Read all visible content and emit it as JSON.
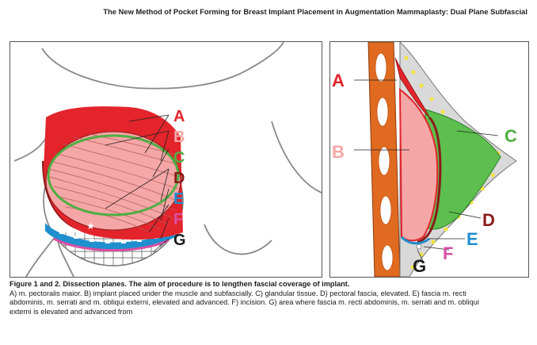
{
  "header": {
    "title": "The New Method of Pocket Forming for Breast Implant Placement in Augmentation Mammaplasty: Dual Plane Subfascial"
  },
  "figure_left": {
    "labels": [
      {
        "letter": "A",
        "color": "#e3242b"
      },
      {
        "letter": "B",
        "color": "#f5a6a6"
      },
      {
        "letter": "C",
        "color": "#4fae43"
      },
      {
        "letter": "D",
        "color": "#8b1a1a"
      },
      {
        "letter": "E",
        "color": "#1f8fcf"
      },
      {
        "letter": "F",
        "color": "#d94fa3"
      },
      {
        "letter": "G",
        "color": "#1a1a1a"
      }
    ]
  },
  "figure_right": {
    "labels": [
      {
        "letter": "A",
        "color": "#e3242b"
      },
      {
        "letter": "B",
        "color": "#f5a6a6"
      },
      {
        "letter": "C",
        "color": "#4fae43"
      },
      {
        "letter": "D",
        "color": "#8b1a1a"
      },
      {
        "letter": "E",
        "color": "#1f8fcf"
      },
      {
        "letter": "F",
        "color": "#d94fa3"
      },
      {
        "letter": "G",
        "color": "#1a1a1a"
      }
    ]
  },
  "caption": {
    "title": "Figure 1 and 2.  Dissection planes. The aim of procedure is to lengthen fascial coverage of implant.",
    "line1": "A) m. pectoralis maior. B) implant placed under the muscle and subfascially. C) glandular tissue. D) pectoral fascia, elevated. E) fascia m. recti",
    "line2": "abdominis, m. serrati and m. obliqui externi, elevated and advanced. F) incision. G) area where  fascia m. recti abdominis, m. serrati and m. obliqui",
    "line3": "externi is elevated and advanced from"
  }
}
